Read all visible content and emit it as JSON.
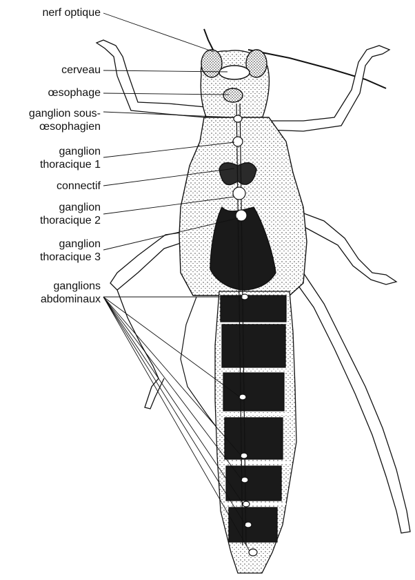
{
  "labels": {
    "nerf_optique": "nerf optique",
    "cerveau": "cerveau",
    "oesophage": "œsophage",
    "ganglion_sous_1": "ganglion sous-",
    "ganglion_sous_2": "œsophagien",
    "ganglion_t1_1": "ganglion",
    "ganglion_t1_2": "thoracique 1",
    "connectif": "connectif",
    "ganglion_t2_1": "ganglion",
    "ganglion_t2_2": "thoracique 2",
    "ganglion_t3_1": "ganglion",
    "ganglion_t3_2": "thoracique 3",
    "ganglions_abd_1": "ganglions",
    "ganglions_abd_2": "abdominaux"
  },
  "colors": {
    "ink": "#111111",
    "body_fill": "#f7f7f7",
    "dark_fill": "#1a1a1a"
  }
}
